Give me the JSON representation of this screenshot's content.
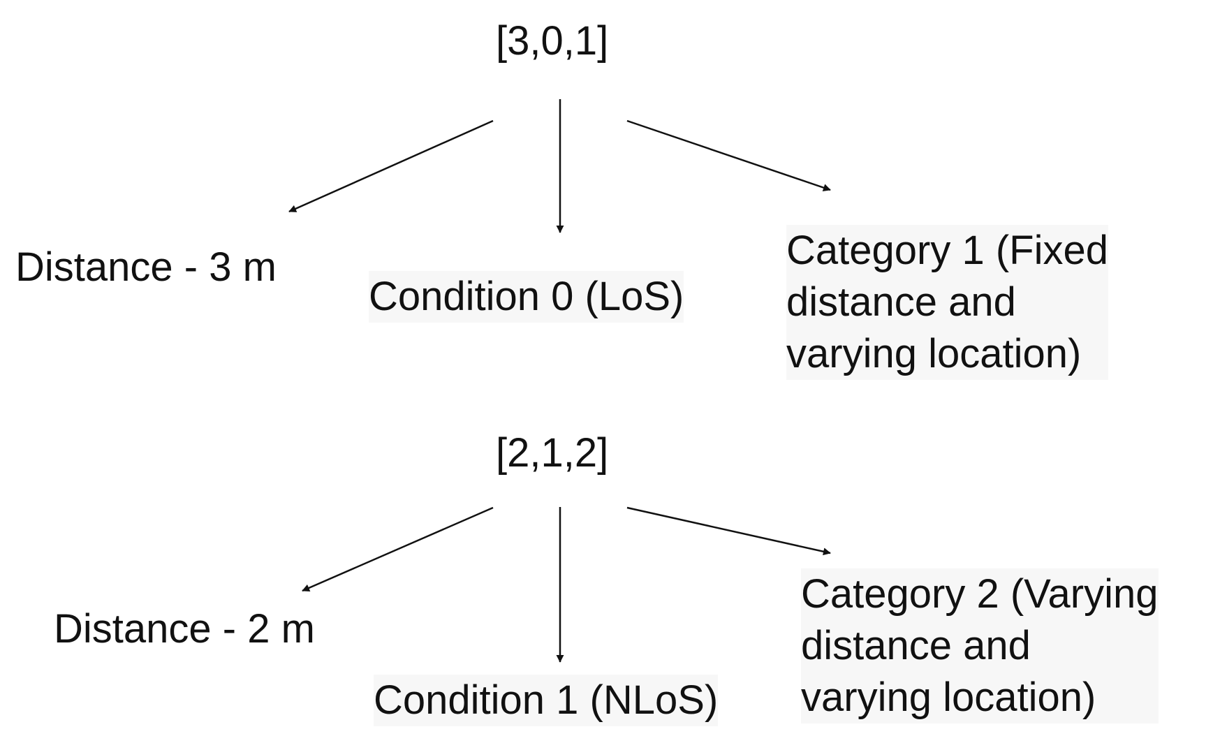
{
  "examples": [
    {
      "root": "[3,0,1]",
      "distance": "Distance - 3 m",
      "condition": "Condition 0 (LoS)",
      "category": [
        "Category 1 (Fixed",
        "distance and",
        "varying location)"
      ]
    },
    {
      "root": "[2,1,2]",
      "distance": "Distance - 2 m",
      "condition": "Condition 1 (NLoS)",
      "category": [
        "Category 2 (Varying",
        "distance and",
        "varying location)"
      ]
    }
  ],
  "colors": {
    "text": "#111111",
    "arrow": "#111111",
    "label_highlight": "#f7f7f7"
  }
}
